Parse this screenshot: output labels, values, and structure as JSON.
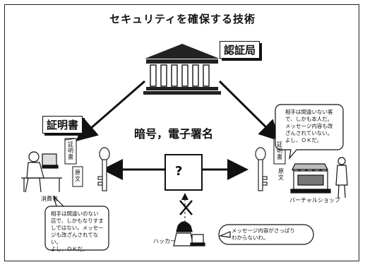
{
  "title": "セキュリティを確保する技術",
  "labels": {
    "ca": "認証局",
    "certificate": "証明書",
    "crypto": "暗号，電子署名",
    "consumer": "消費者",
    "shop": "バーチャルショップ",
    "hacker": "ハッカー",
    "cert_doc_left": "証明書",
    "original_left": "原文",
    "cert_doc_right": "証明書",
    "original_right": "原文",
    "question": "?"
  },
  "bubbles": {
    "shop": [
      "相手は間違いない客",
      "で、しかも本人だ。",
      "メッセージ内容も改",
      "ざんされていない。",
      "よし、ＯＫだ。"
    ],
    "consumer": [
      "相手は間違いのない",
      "店で、しかもなりすま",
      "しではない。メッセー",
      "ジも改ざんされてない。",
      "よし、ＯＫだ。"
    ],
    "hacker": [
      "メッセージ内容がさっぱり",
      "わからないわ。"
    ]
  }
}
